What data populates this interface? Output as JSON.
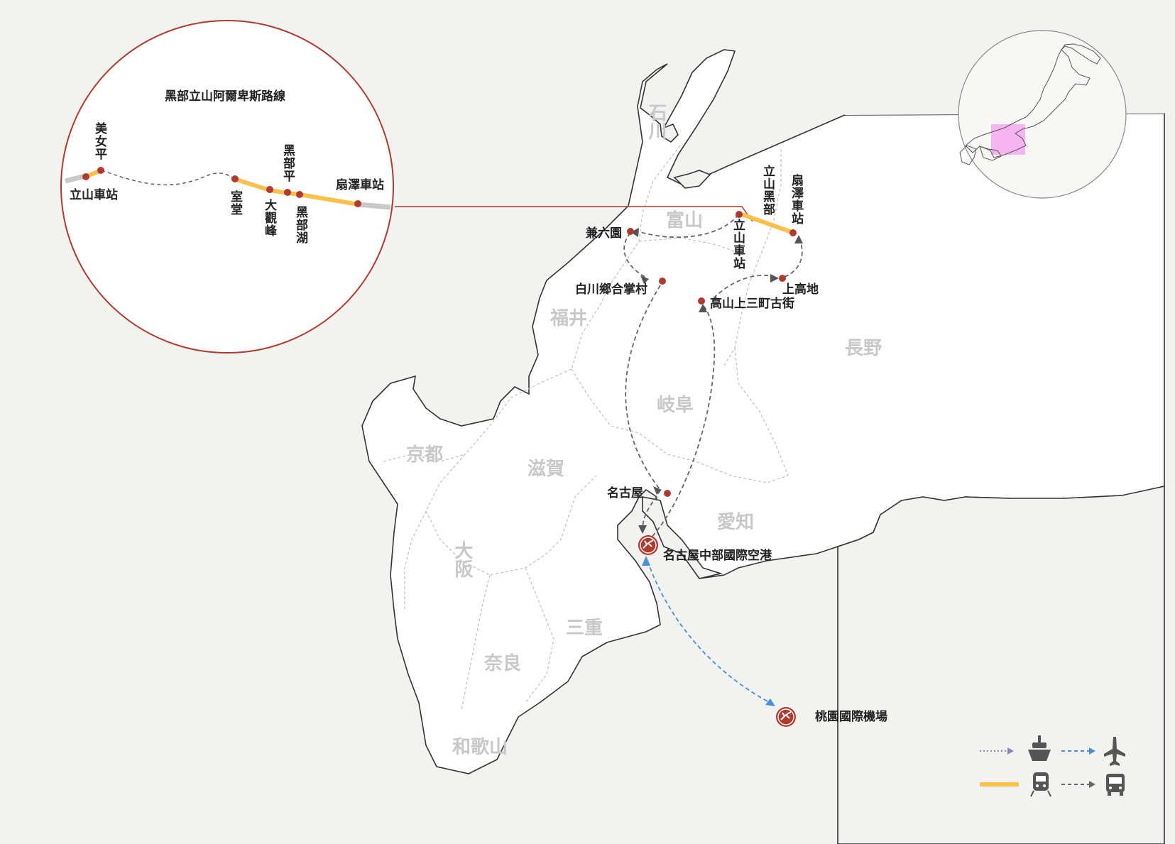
{
  "zoom": {
    "title": "黑部立山阿爾卑斯路線",
    "stations": [
      "美女平",
      "立山車站",
      "室堂",
      "大觀峰",
      "黑部平",
      "黑部湖",
      "扇澤車站"
    ]
  },
  "prefectures": [
    "石川",
    "富山",
    "福井",
    "長野",
    "岐阜",
    "京都",
    "滋賀",
    "愛知",
    "大阪",
    "三重",
    "奈良",
    "和歌山"
  ],
  "places": {
    "tateyama_kurobe": "立山黑部",
    "ogizawa": "扇澤車站",
    "tateyama_st": "立山車站",
    "kenrokuen": "兼六園",
    "shirakawa": "白川鄉合掌村",
    "kamikochi": "上高地",
    "takayama": "高山上三町古街",
    "nagoya": "名古屋",
    "chubu_airport": "名古屋中部國際空港",
    "taoyuan_airport": "桃園國際機場"
  },
  "legend": [
    {
      "name": "ship",
      "line": "dotted",
      "color": "#8a85c0"
    },
    {
      "name": "plane",
      "line": "dashed",
      "color": "#4a90d9"
    },
    {
      "name": "train",
      "line": "solid",
      "color": "#f9c04e"
    },
    {
      "name": "bus",
      "line": "dashed",
      "color": "#666666"
    }
  ],
  "colors": {
    "route_red": "#b03a2e",
    "train": "#f9c04e",
    "flight": "#4a90d9",
    "bus": "#666666",
    "inset_highlight": "#f5a3ef"
  }
}
